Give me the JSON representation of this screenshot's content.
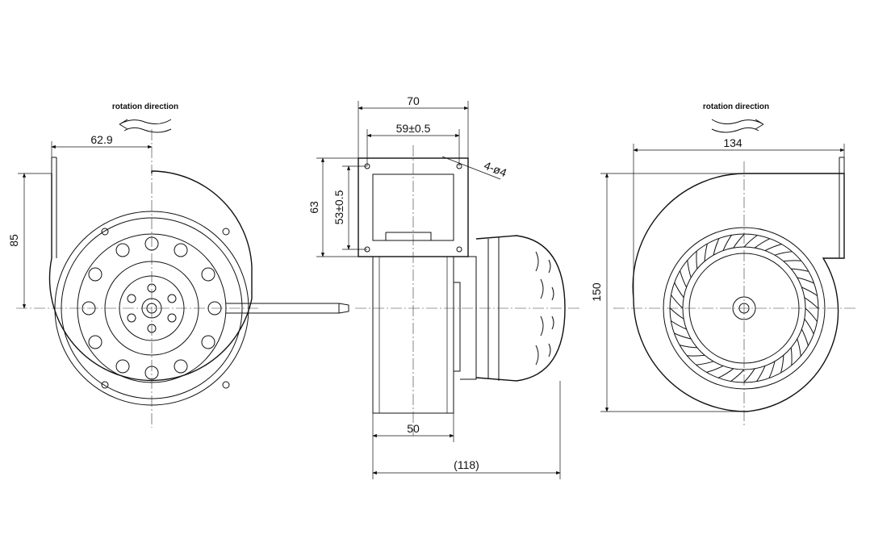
{
  "labels": {
    "rotation_left": "rotation direction",
    "rotation_right": "rotation direction",
    "dim_62_9": "62.9",
    "dim_85": "85",
    "dim_70": "70",
    "dim_59": "59±0.5",
    "dim_holes": "4-ø4",
    "dim_63": "63",
    "dim_53": "53±0.5",
    "dim_50": "50",
    "dim_118": "(118)",
    "dim_134": "134",
    "dim_150": "150"
  }
}
